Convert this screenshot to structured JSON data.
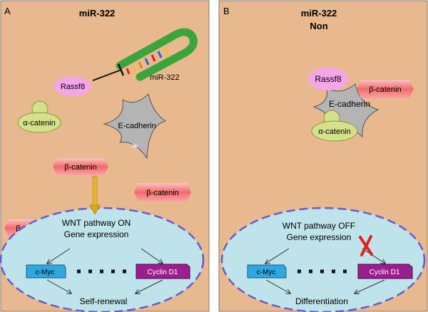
{
  "panelA": {
    "letter": "A",
    "title": "miR-322",
    "mirna_label": "miR-322",
    "rassf8": "Rassf8",
    "alpha_catenin": "α-catenin",
    "e_cadherin": "E-cadherin",
    "beta_catenin_1": "β-catenin",
    "beta_catenin_2": "β-catenin",
    "beta_catenin_3": "β-catenin",
    "wnt_status_line1": "WNT pathway ON",
    "wnt_status_line2": "Gene expression",
    "cmyc": "c-Myc",
    "cyclin": "Cyclin D1",
    "outcome": "Self-renewal"
  },
  "panelB": {
    "letter": "B",
    "title_line1": "miR-322",
    "title_line2": "Non",
    "rassf8": "Rassf8",
    "beta_catenin": "β-catenin",
    "e_cadherin": "E-cadherin",
    "alpha_catenin": "α-catenin",
    "wnt_status_line1": "WNT pathway OFF",
    "wnt_status_line2": "Gene expression",
    "cmyc": "c-Myc",
    "cyclin": "Cyclin D1",
    "outcome": "Differentiation"
  },
  "colors": {
    "cell_background": "#E8B98F",
    "nucleus_fill": "#BFE3EA",
    "nucleus_border": "#6A5ACD",
    "rassf8": "#F4A6E8",
    "alpha_catenin": "#D4E08A",
    "e_cadherin": "#B4B4B4",
    "beta_catenin": "#F26B6B",
    "cmyc": "#2FA8E0",
    "cyclin": "#9B1E8E",
    "mirna": "#3AA53A",
    "block_x": "#E02020",
    "arrow": "#E6B800"
  }
}
